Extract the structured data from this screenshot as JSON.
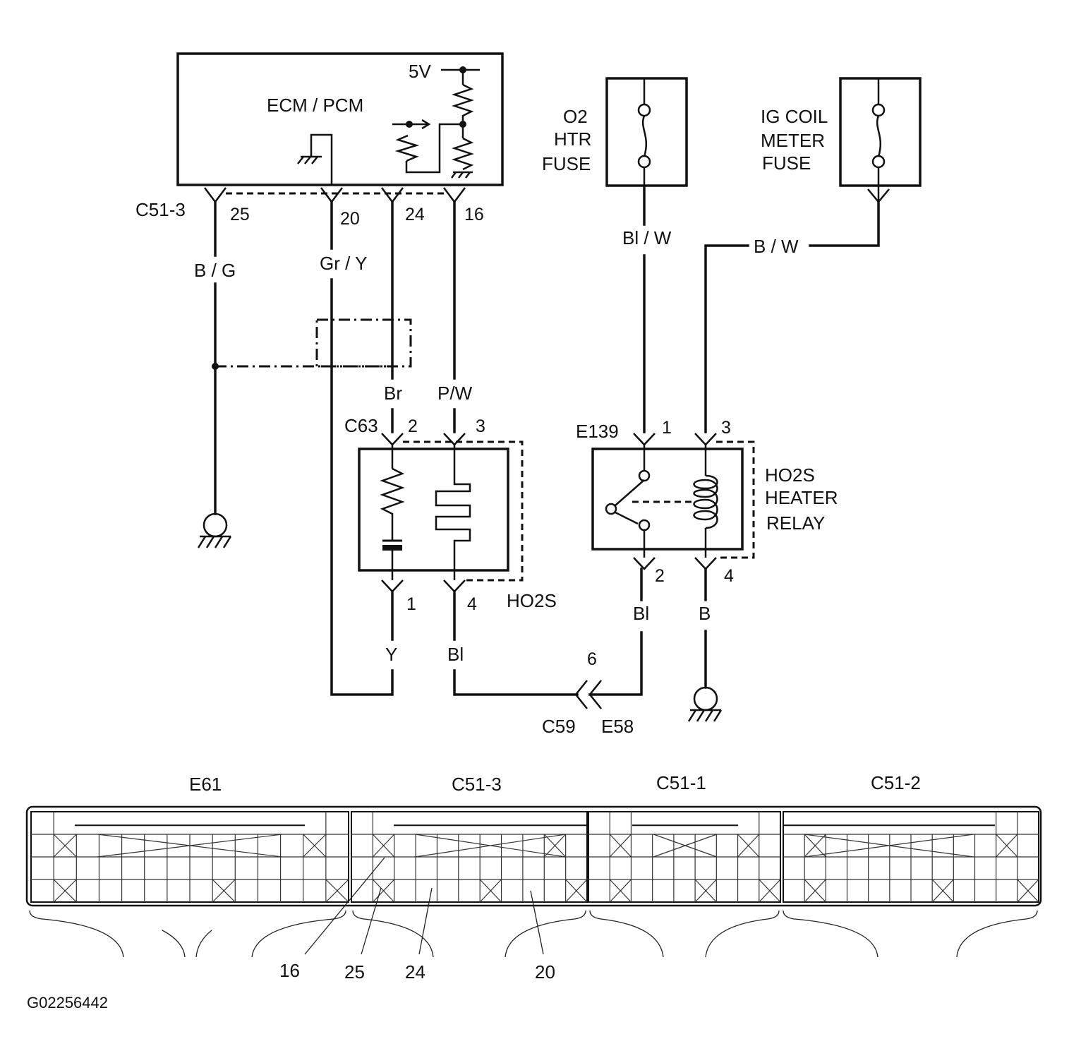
{
  "components": {
    "ecm": "ECM / PCM",
    "ecm_voltage": "5V",
    "o2_fuse": [
      "O2",
      "HTR",
      "FUSE"
    ],
    "ig_fuse": [
      "IG COIL",
      "METER",
      "FUSE"
    ],
    "ho2s": "HO2S",
    "relay": [
      "HO2S",
      "HEATER",
      "RELAY"
    ]
  },
  "connectors": {
    "c51_3": "C51-3",
    "c63": "C63",
    "e139": "E139",
    "c59": "C59",
    "e58": "E58"
  },
  "pins": {
    "ecm_25": "25",
    "ecm_20": "20",
    "ecm_24": "24",
    "ecm_16": "16",
    "c63_2": "2",
    "c63_3": "3",
    "ho2s_1": "1",
    "ho2s_4": "4",
    "e139_1": "1",
    "e139_3": "3",
    "relay_2": "2",
    "relay_4": "4",
    "splice_6": "6"
  },
  "wires": {
    "bg": "B / G",
    "gry": "Gr / Y",
    "br": "Br",
    "pw": "P/W",
    "y": "Y",
    "bl_sensor": "Bl",
    "blw": "Bl / W",
    "bw": "B / W",
    "bl_relay": "Bl",
    "b": "B"
  },
  "connector_face": {
    "sections": [
      "E61",
      "C51-3",
      "C51-1",
      "C51-2"
    ],
    "callouts": [
      "16",
      "25",
      "24",
      "20"
    ]
  },
  "figure_id": "G02256442"
}
